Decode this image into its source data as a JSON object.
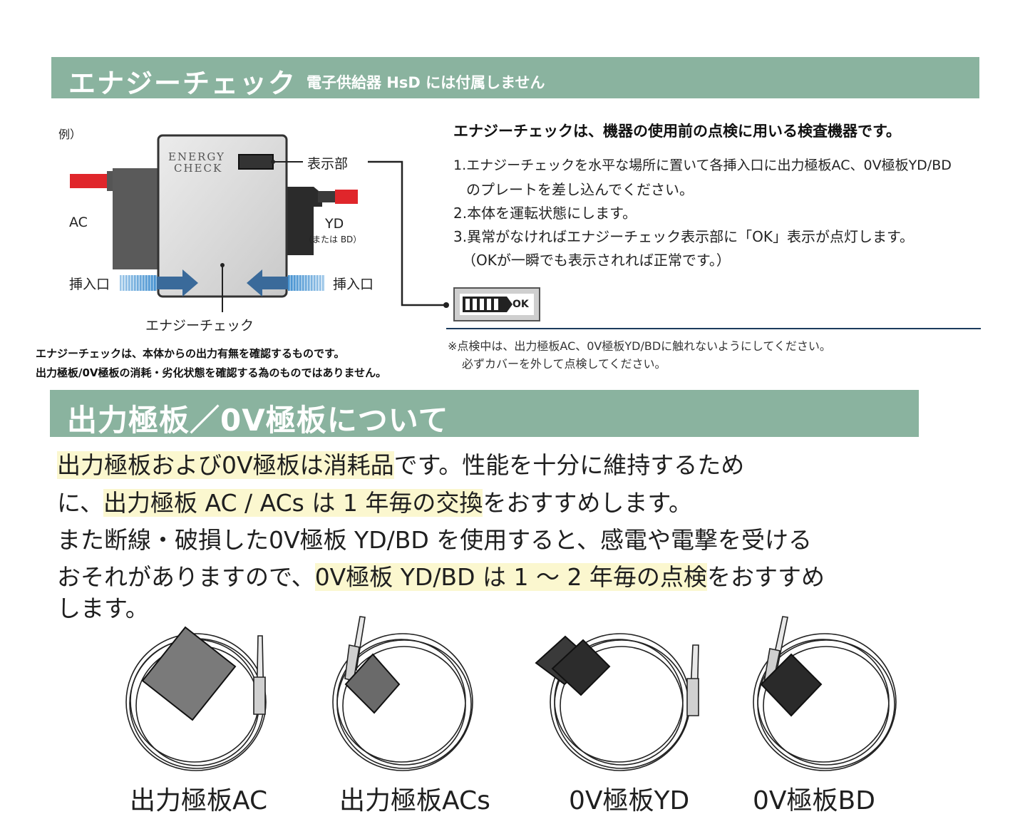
{
  "section1": {
    "title": "エナジーチェック",
    "subtitle": "電子供給器 HsD には付属しません"
  },
  "diagram": {
    "example_label": "例）",
    "device_text_line1": "ENERGY",
    "device_text_line2": "CHECK",
    "display_label": "表示部",
    "ac_label": "AC",
    "yd_label": "YD",
    "yd_sub_label": "（または BD）",
    "insert_left_label": "挿入口",
    "insert_right_label": "挿入口",
    "device_name_label": "エナジーチェック",
    "caption_line1": "エナジーチェックは、本体からの出力有無を確認するものです。",
    "caption_line2": "出力極板/0V極板の消耗・劣化状態を確認する為のものではありません。"
  },
  "instructions": {
    "heading": "エナジーチェックは、機器の使用前の点検に用いる検査機器です。",
    "step1_line1": "1.エナジーチェックを水平な場所に置いて各挿入口に出力極板AC、0V極板YD/BD",
    "step1_line2": "のプレートを差し込んでください。",
    "step2": "2.本体を運転状態にします。",
    "step3_line1": "3.異常がなければエナジーチェック表示部に「OK」表示が点灯します。",
    "step3_line2": "（OKが一瞬でも表示されれば正常です。）",
    "indicator_text": "OK",
    "note_line1": "※点検中は、出力極板AC、0V極板YD/BDに触れないようにしてください。",
    "note_line2": "必ずカバーを外して点検してください。"
  },
  "section2": {
    "title": "出力極板／0V極板について"
  },
  "paragraph": {
    "l1_hl": "出力極板および0V極板は消耗品",
    "l1_rest": "です。性能を十分に維持するため",
    "l2_pre": "に、",
    "l2_hl": "出力極板 AC / ACs は 1 年毎の交換",
    "l2_rest": "をおすすめします。",
    "l3": "また断線・破損した0V極板 YD/BD を使用すると、感電や電撃を受ける",
    "l4_pre": "おそれがありますので、",
    "l4_hl": "0V極板 YD/BD は 1 ～ 2 年毎の点検",
    "l4_rest": "をおすすめ",
    "l5": "します。"
  },
  "products": [
    {
      "label": "出力極板AC"
    },
    {
      "label": "出力極板ACs"
    },
    {
      "label": "0V極板YD"
    },
    {
      "label": "0V極板BD"
    }
  ],
  "colors": {
    "band": "#8ab39f",
    "highlight": "#fbf7cf",
    "arrow": "#3a6a9a",
    "cable_red": "#e0262b"
  }
}
